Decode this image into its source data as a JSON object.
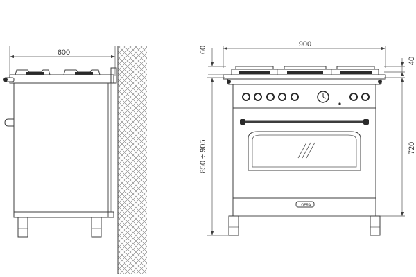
{
  "dimensions": {
    "side_depth": "600",
    "front_width": "900",
    "top_offset_left": "60",
    "top_offset_right": "40",
    "total_height_range": "850 ÷ 905",
    "body_height": "720"
  },
  "badge": {
    "brand": "LOFRA"
  },
  "colors": {
    "line": "#3c3c3c",
    "fill_dark": "#2a2a2a",
    "background": "#ffffff"
  }
}
